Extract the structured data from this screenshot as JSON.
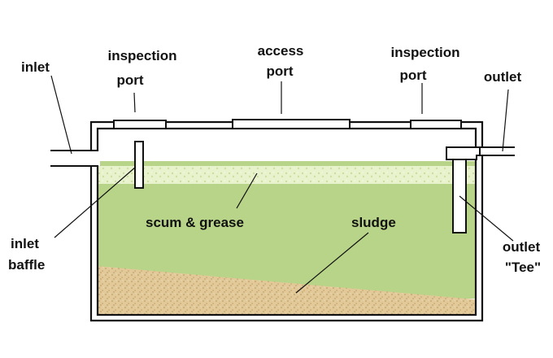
{
  "labels": {
    "inlet": "inlet",
    "inspection_port_left_line1": "inspection",
    "inspection_port_left_line2": "port",
    "access_port_line1": "access",
    "access_port_line2": "port",
    "inspection_port_right_line1": "inspection",
    "inspection_port_right_line2": "port",
    "outlet": "outlet",
    "scum_grease": "scum & grease",
    "sludge": "sludge",
    "inlet_baffle_line1": "inlet",
    "inlet_baffle_line2": "baffle",
    "outlet_tee_line1": "outlet",
    "outlet_tee_line2": "\"Tee\""
  },
  "colors": {
    "liquid": "#b8d488",
    "scum": "#e8f2cc",
    "sludge": "#e2c99a",
    "port": "#ffffff",
    "outline": "#111111"
  }
}
